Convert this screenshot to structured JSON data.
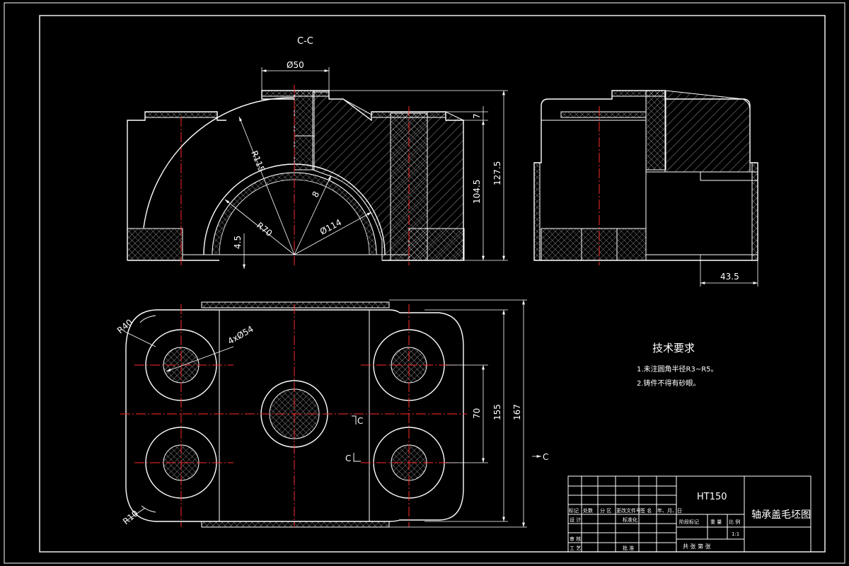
{
  "section_label": "C-C",
  "dimensions": {
    "d50": "Ø50",
    "r115": "R115",
    "r70": "R70",
    "d114": "Ø114",
    "thk8": "8",
    "h7": "7",
    "h104": "104.5",
    "h127": "127.5",
    "h4": "4.5",
    "w43": "43.5",
    "r40": "R40",
    "holes": "4xØ54",
    "h70": "70",
    "h155": "155",
    "h167": "167",
    "r10": "R10"
  },
  "section_marks": {
    "c1": "C",
    "c2": "C",
    "c3": "C"
  },
  "tech": {
    "title": "技术要求",
    "item1": "1.未注圆角半径R3~R5。",
    "item2": "2.铸件不得有砂眼。"
  },
  "title_block": {
    "material": "HT150",
    "part_name": "轴承盖毛坯图",
    "h_mark": "标记",
    "h_count": "处数",
    "h_zone": "分 区",
    "h_doc": "更改文件号",
    "h_sign": "签 名",
    "h_date": "年、月、日",
    "design": "设 计",
    "standard": "标准化",
    "stage": "阶段标记",
    "weight": "重 量",
    "scale_label": "比 例",
    "scale": "1:1",
    "review": "审 核",
    "process": "工 艺",
    "approve": "批 准",
    "sheets": "共  张  第  张"
  }
}
